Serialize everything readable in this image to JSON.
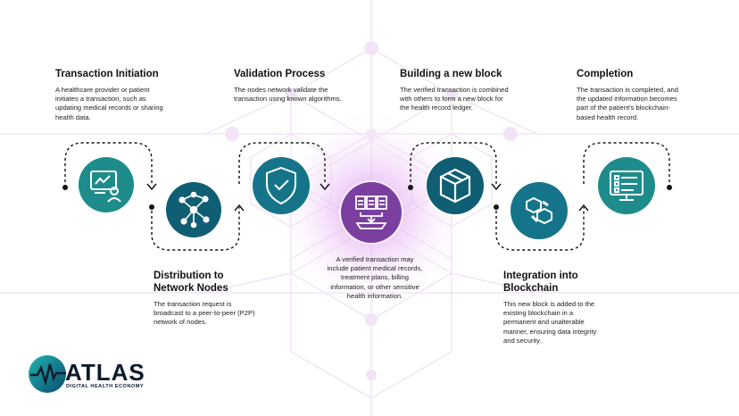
{
  "steps": [
    {
      "title": "Transaction Initiation",
      "desc": "A healthcare provider or patient initiates a transaction, such as updating medical records or sharing health data."
    },
    {
      "title": "Distribution to Network Nodes",
      "desc": "The transaction request is broadcast to a peer-to-peer (P2P) network of nodes."
    },
    {
      "title": "Validation Process",
      "desc": "The nodes network validate the transaction using known algorithms."
    },
    {
      "title": "",
      "desc": "A verified transaction may include patient medical records, treatment plans, billing information, or other sensitive health information."
    },
    {
      "title": "Building a new block",
      "desc": "The verified transaction is combined with others to form a new block for the health record ledger."
    },
    {
      "title": "Integration into Blockchain",
      "desc": "This new block is added to the existing blockchain in a permanent and unalterable manner, ensuring data integrity and security."
    },
    {
      "title": "Completion",
      "desc": "The transaction is completed, and the updated information becomes part of the patient's blockchain-based health record."
    }
  ],
  "logo": {
    "word": "ATLAS",
    "tagline": "DIGITAL HEALTH ECONOMY"
  },
  "colors": {
    "teal": "#1a8f8f",
    "dark_teal": "#0f5e73",
    "purple": "#7a3f9e",
    "glow": "#e6b8f2",
    "lines": "#e9d6ef"
  },
  "icons": [
    "presentation-user-icon",
    "network-nodes-icon",
    "shield-check-icon",
    "documents-icon",
    "cube-block-icon",
    "chain-link-icon",
    "checklist-monitor-icon"
  ]
}
